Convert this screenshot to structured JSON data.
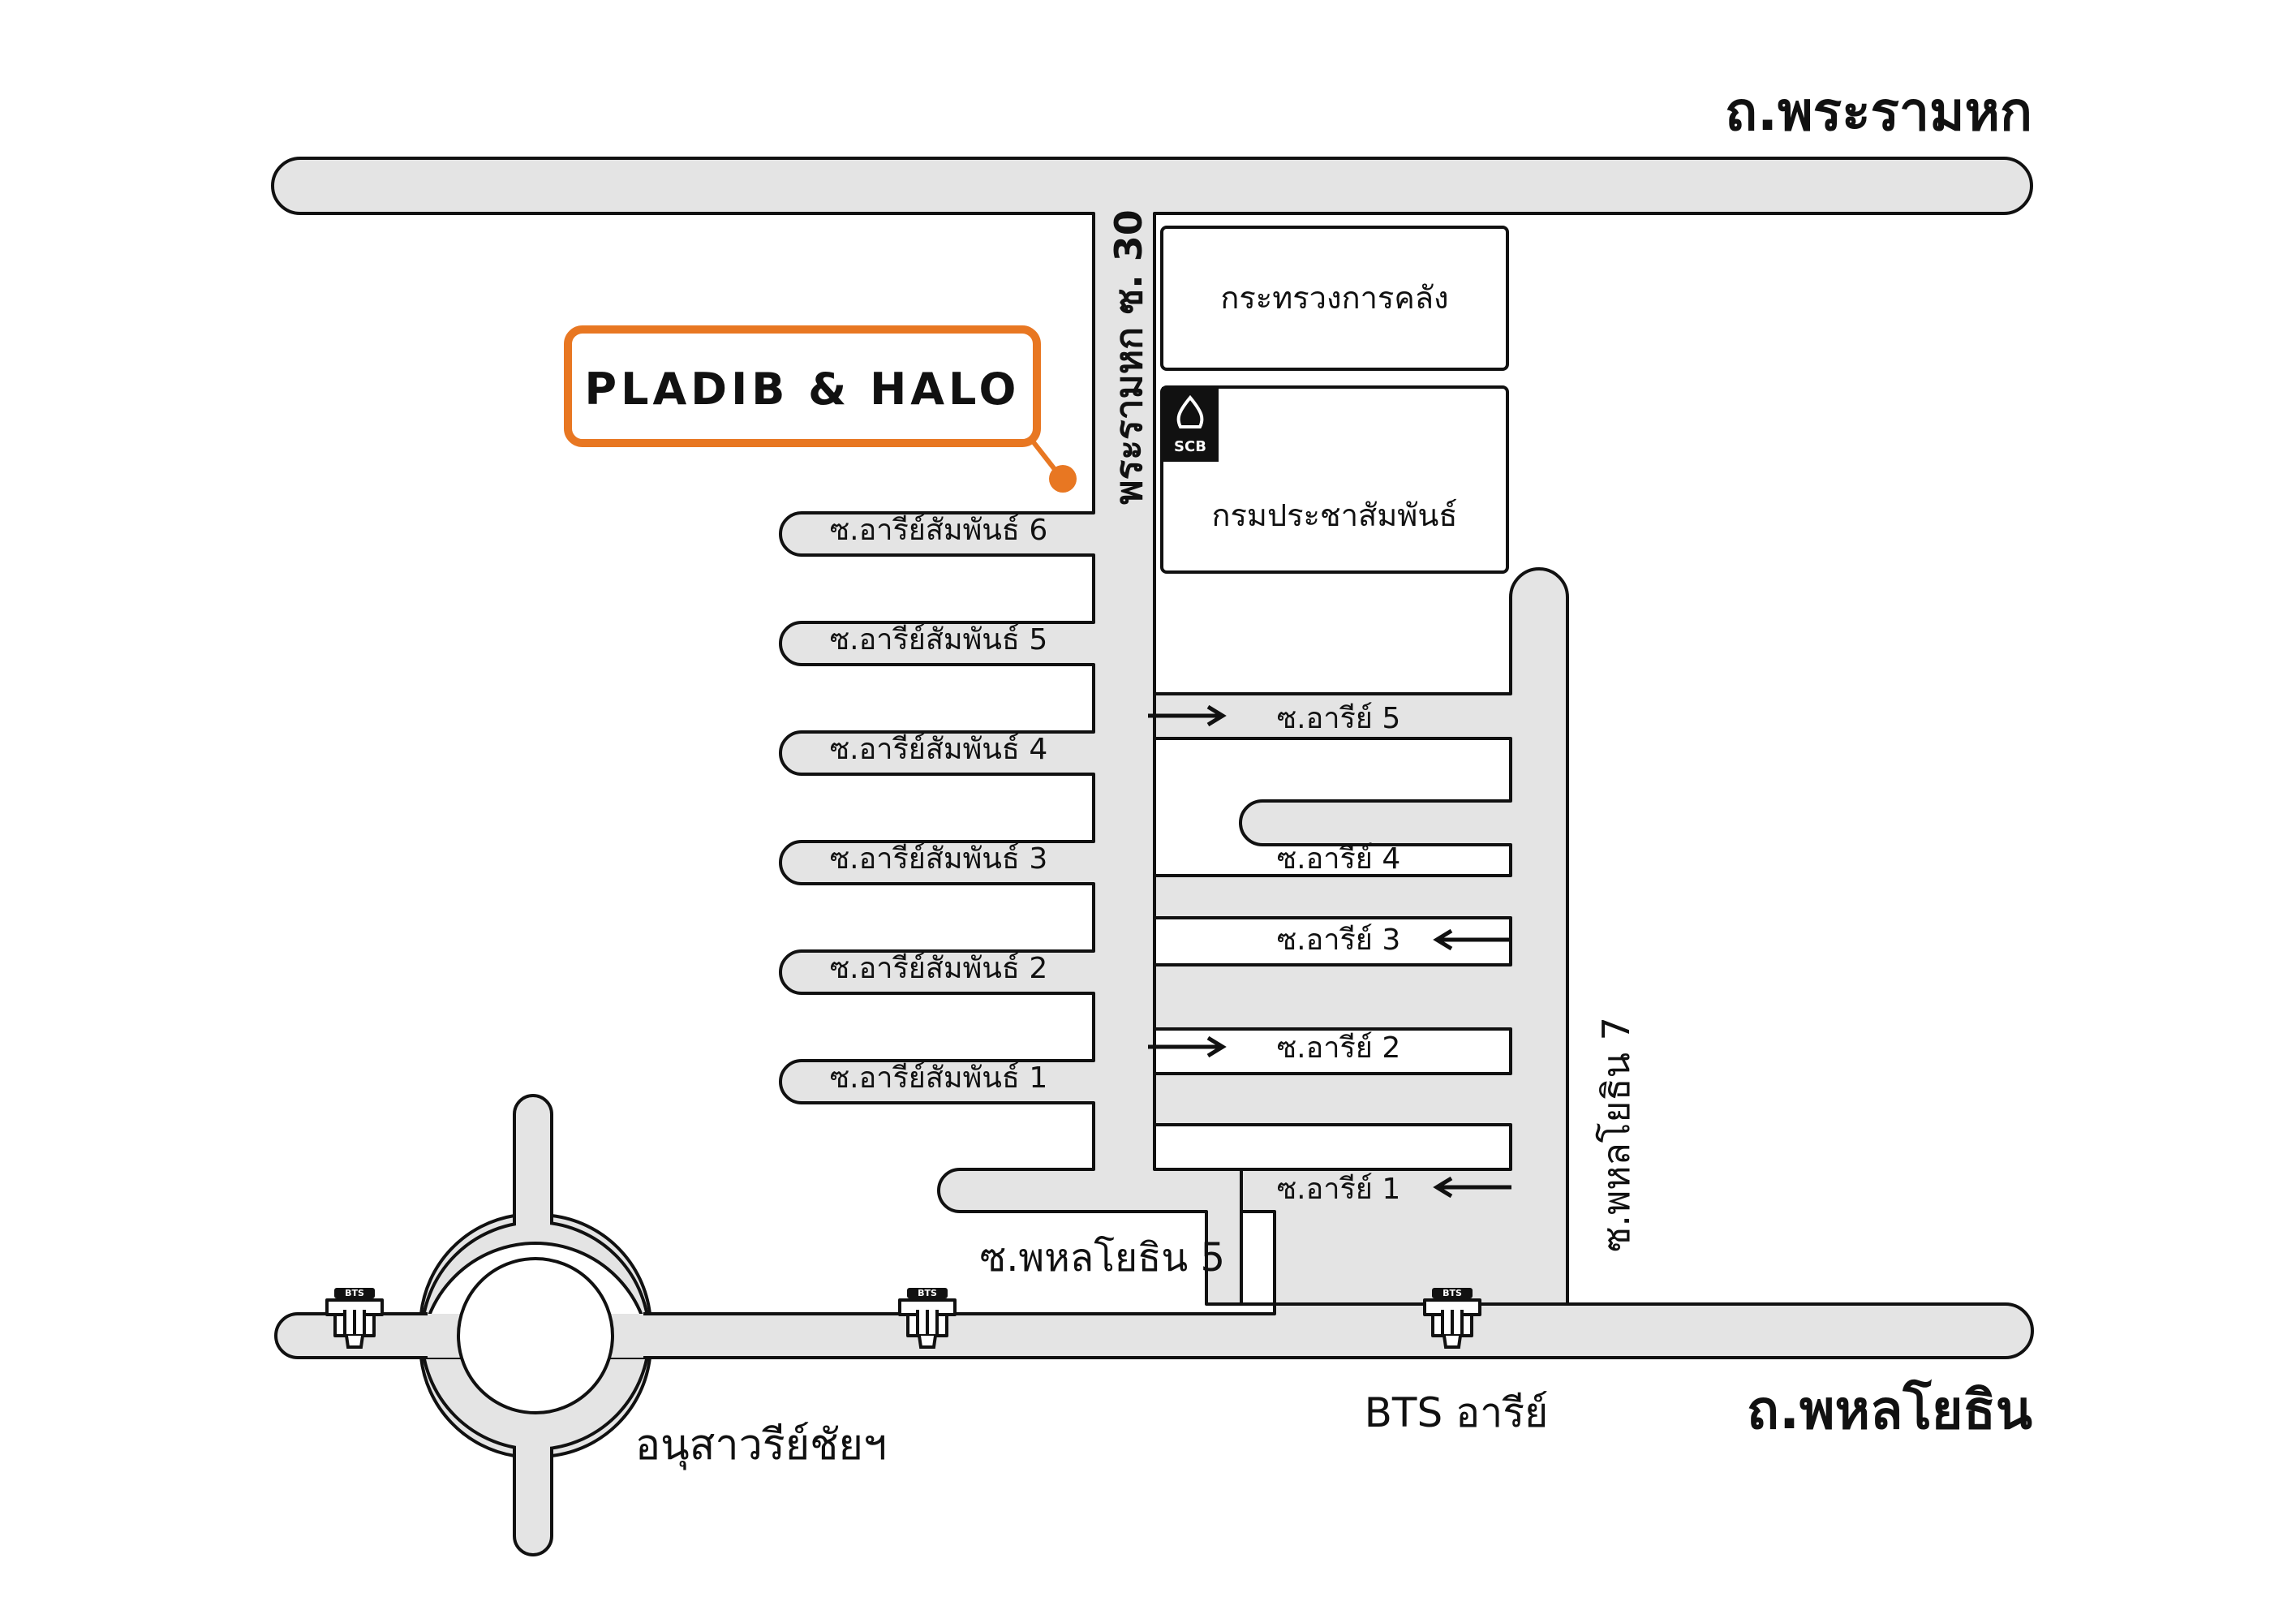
{
  "colors": {
    "road_fill": "#e4e4e4",
    "outline": "#111111",
    "accent": "#e87722",
    "background": "#ffffff"
  },
  "roads": {
    "phraram_hok": "ถ.พระรามหก",
    "phahon_yothin": "ถ.พหลโยธิน",
    "phraram_hok_soi_30": "พระรามหก ซ. 30",
    "phahon_yothin_soi_7": "ซ.พหลโยธิน 7",
    "phahon_yothin_soi_5": "ซ.พหลโยธิน 5",
    "ari_samphan_soi": [
      "ซ.อารีย์สัมพันธ์ 6",
      "ซ.อารีย์สัมพันธ์ 5",
      "ซ.อารีย์สัมพันธ์ 4",
      "ซ.อารีย์สัมพันธ์ 3",
      "ซ.อารีย์สัมพันธ์ 2",
      "ซ.อารีย์สัมพันธ์ 1"
    ],
    "ari_soi": {
      "s5": "ซ.อารีย์ 5",
      "s4": "ซ.อารีย์ 4",
      "s3": "ซ.อารีย์ 3",
      "s2": "ซ.อารีย์ 2",
      "s1": "ซ.อารีย์ 1"
    }
  },
  "landmarks": {
    "ministry_of_finance": "กระทรวงการคลัง",
    "public_relations_dept": "กรมประชาสัมพันธ์",
    "victory_monument": "อนุสาวรีย์ชัยฯ",
    "bts_ari": "BTS อารีย์"
  },
  "destination": {
    "name": "PLADIB & HALO"
  },
  "icons": {
    "scb_logo_text": "SCB",
    "bts_logo_text": "BTS",
    "scb_icon": "scb-bank-icon",
    "bts_icon": "bts-station-icon",
    "arrow_icon": "one-way-arrow-icon"
  }
}
